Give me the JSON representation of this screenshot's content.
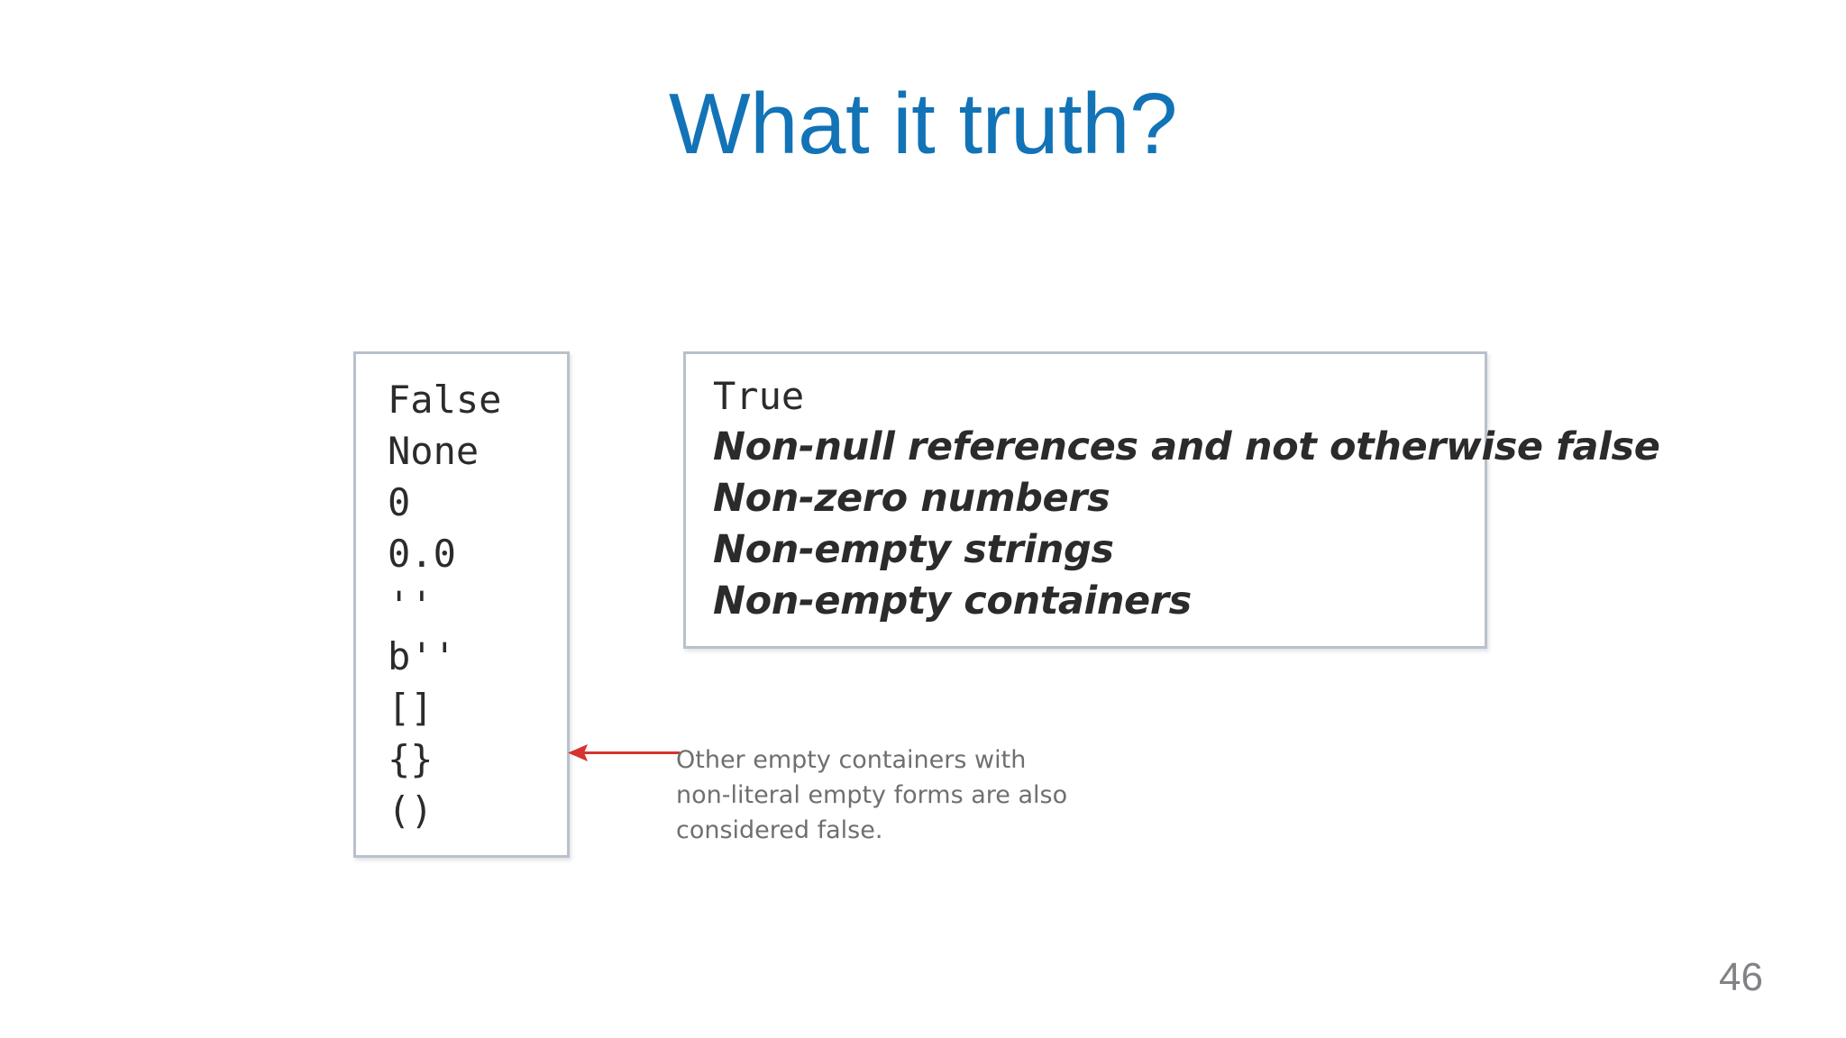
{
  "slide": {
    "title": "What it truth?",
    "title_color": "#1273b7",
    "background_color": "#ffffff",
    "page_number": "46",
    "page_number_color": "#808285"
  },
  "false_panel": {
    "border_color": "#b9c1cb",
    "items": [
      "False",
      "None",
      "0",
      "0.0",
      "''",
      "b''",
      "[]",
      "{}",
      "()"
    ]
  },
  "true_panel": {
    "border_color": "#b9c1cb",
    "heading": "True",
    "items": [
      "Non-null references and not otherwise false",
      "Non-zero numbers",
      "Non-empty strings",
      "Non-empty containers"
    ]
  },
  "callout": {
    "arrow_color": "#d6342f",
    "lines": [
      "Other empty containers with",
      "non-literal empty forms are also",
      "considered false."
    ]
  }
}
